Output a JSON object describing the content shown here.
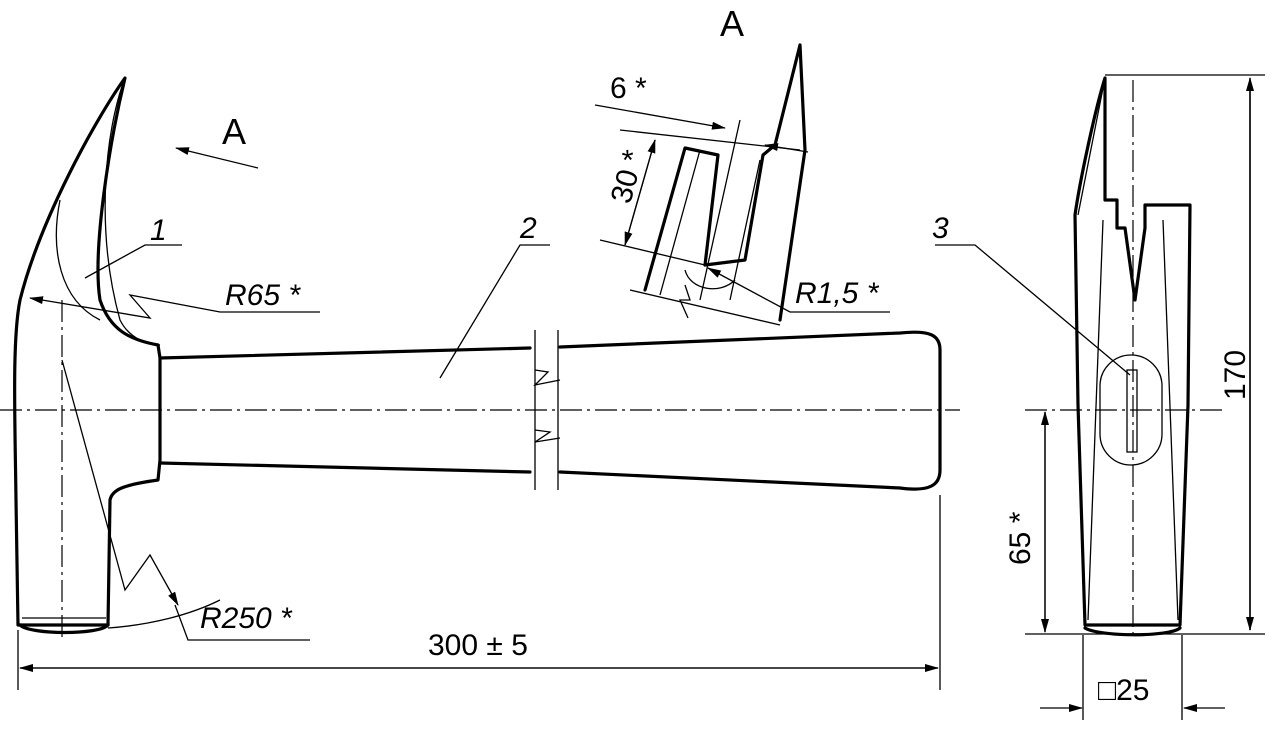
{
  "view_labels": {
    "section_view": "A",
    "view_arrow": "A"
  },
  "part_numbers": {
    "claw_head": "1",
    "handle": "2",
    "wedge": "3"
  },
  "dimensions": {
    "claw_radius": "R65 *",
    "face_radius": "R250 *",
    "overall_length": "300 ± 5",
    "slot_width": "6 *",
    "slot_depth": "30 *",
    "slot_radius": "R1,5 *",
    "head_height": "170",
    "eye_offset": "65 *",
    "face_square": "□25"
  }
}
